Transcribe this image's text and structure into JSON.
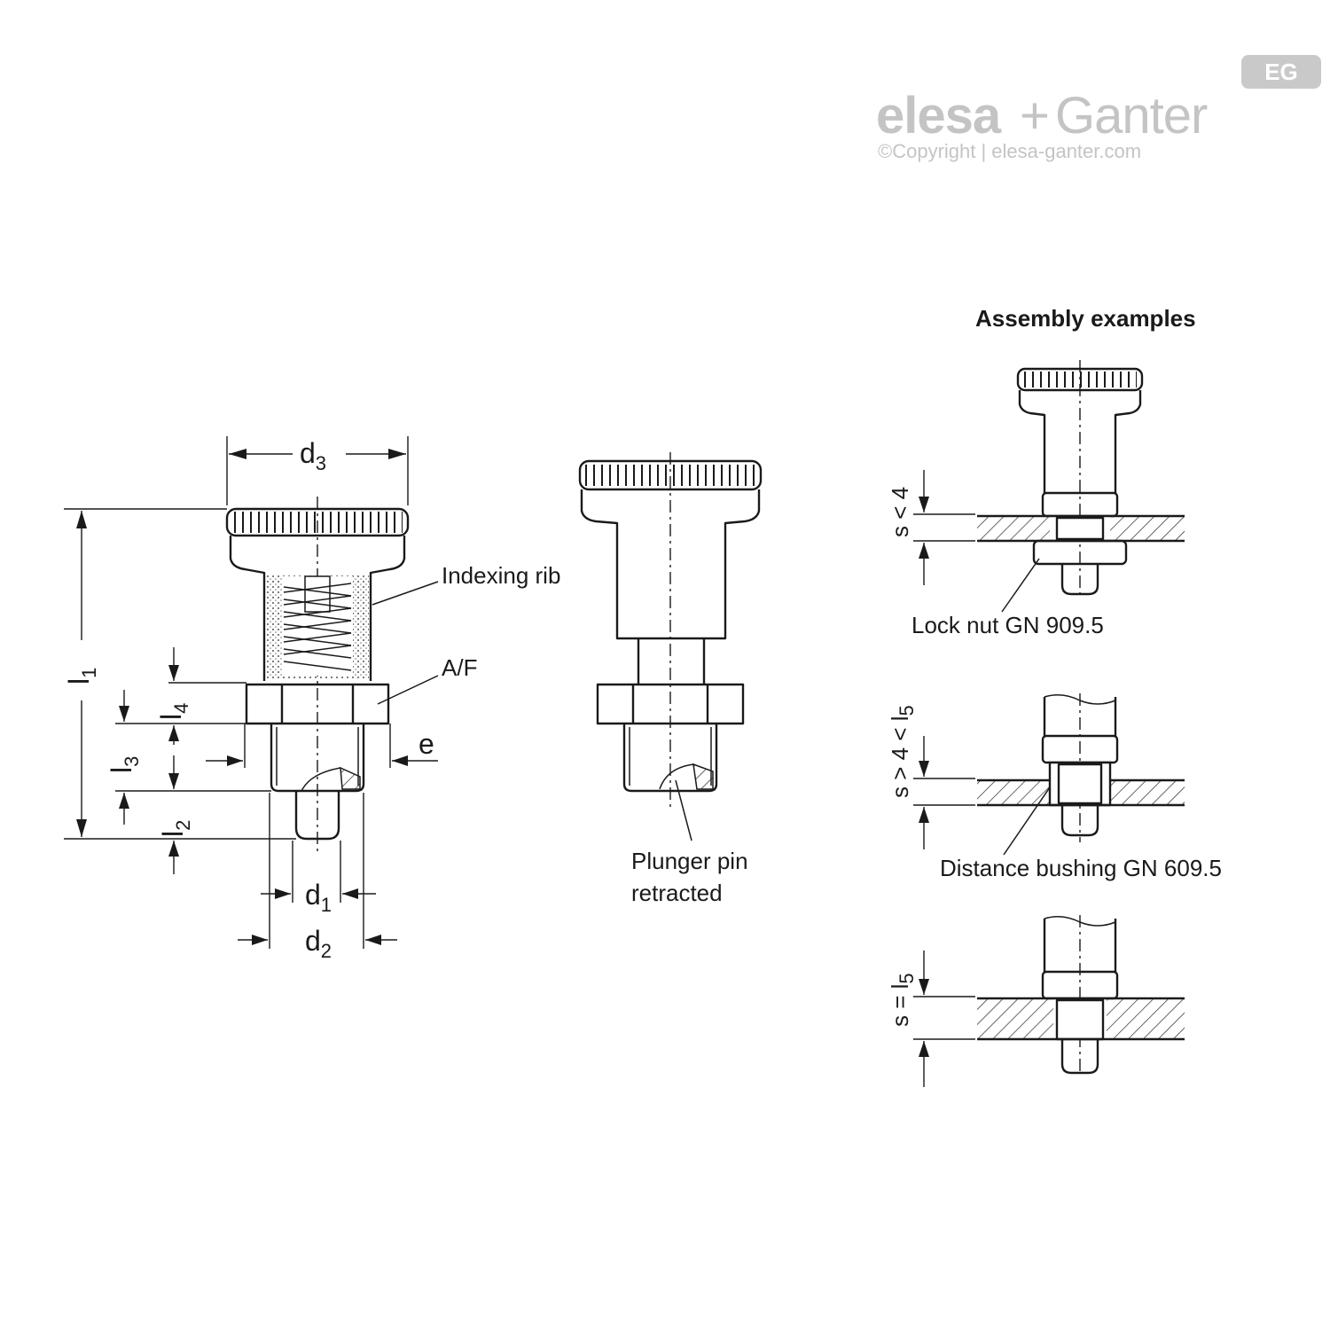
{
  "brand": {
    "name_left": "elesa",
    "name_plus": "+",
    "name_right": "Ganter",
    "badge": "EG",
    "copyright": "©Copyright | elesa-ganter.com"
  },
  "main_view": {
    "dimensions": {
      "d3": {
        "base": "d",
        "sub": "3"
      },
      "l1": {
        "base": "l",
        "sub": "1"
      },
      "l4": {
        "base": "l",
        "sub": "4"
      },
      "l3": {
        "base": "l",
        "sub": "3"
      },
      "l2": {
        "base": "l",
        "sub": "2"
      },
      "d1": {
        "base": "d",
        "sub": "1"
      },
      "d2": {
        "base": "d",
        "sub": "2"
      },
      "e": "e"
    },
    "labels": {
      "indexing_rib": "Indexing rib",
      "af": "A/F"
    }
  },
  "retracted_view": {
    "label_line1": "Plunger pin",
    "label_line2": "retracted"
  },
  "assembly": {
    "title": "Assembly examples",
    "examples": [
      {
        "s_label": "s < 4",
        "part_label": "Lock nut GN 909.5"
      },
      {
        "s_label": "s > 4 < l5",
        "part_label": "Distance bushing GN 609.5"
      },
      {
        "s_label": "s = l5",
        "part_label": ""
      }
    ],
    "s_parts": {
      "ex1": {
        "main": "s < 4"
      },
      "ex2": {
        "main": "s > 4 < l",
        "sub": "5"
      },
      "ex3": {
        "main": "s = l",
        "sub": "5"
      }
    }
  }
}
